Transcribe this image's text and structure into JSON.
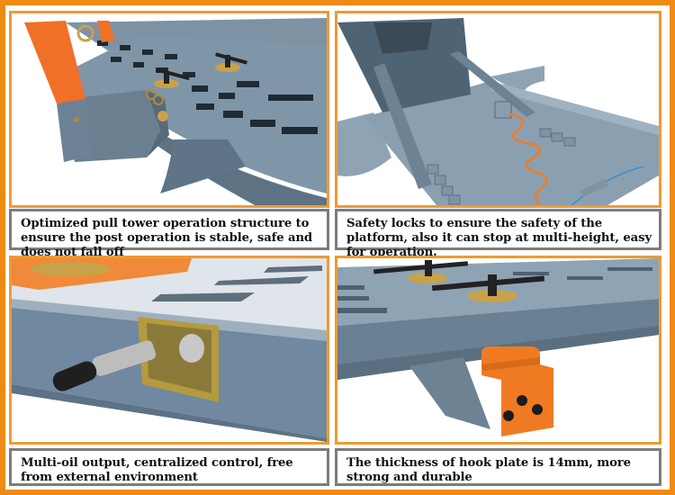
{
  "colors": {
    "outer_border": "#ef8a12",
    "photo_frame": "#ee9a33",
    "caption_frame": "#7c7c7c",
    "steel_blue": "#6f8799",
    "steel_blue_light": "#9fb1c0",
    "accent_orange": "#f07a22"
  },
  "panels": [
    {
      "id": "pull-tower",
      "image_subject": "Pull tower base with orange post on perforated blue-grey platform",
      "caption": "Optimized pull tower operation structure to ensure the post operation is stable, safe and does not fall off"
    },
    {
      "id": "safety-locks",
      "image_subject": "Platform tilt ramp with safety lock teeth and orange coiled air hose",
      "caption": "Safety locks to ensure the safety of the platform, also it can stop at multi-height, easy for operation."
    },
    {
      "id": "multi-oil",
      "image_subject": "Hydraulic quick coupler plugged into a brass socket on a blue beam",
      "caption": "Multi-oil output, centralized control, free from external environment"
    },
    {
      "id": "hook-plate",
      "image_subject": "Orange hook plate with three bolts clamped under platform beam",
      "caption": "The thickness of hook plate is 14mm, more strong and durable"
    }
  ]
}
